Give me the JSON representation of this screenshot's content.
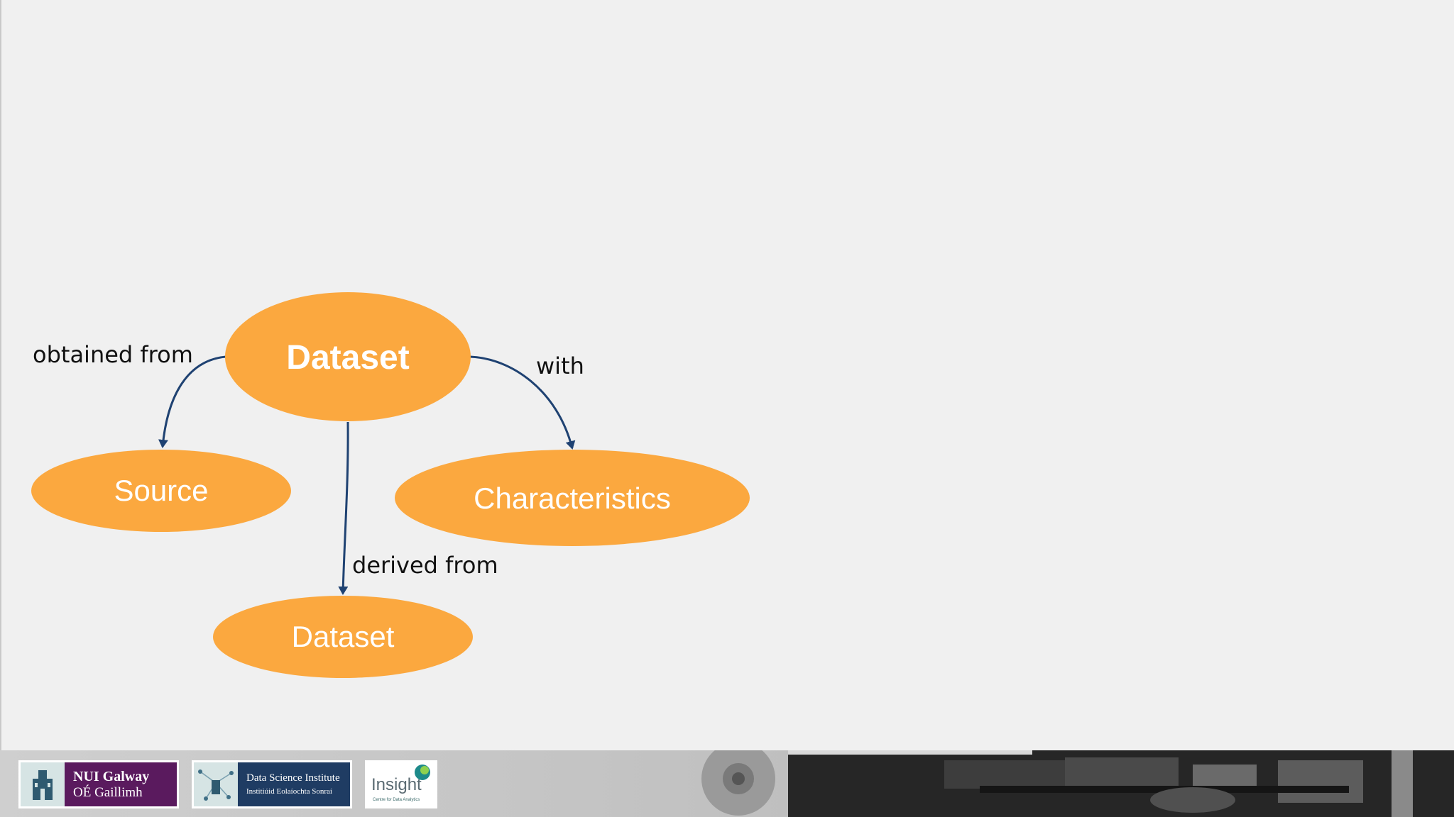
{
  "diagram": {
    "nodes": {
      "dataset_top": "Dataset",
      "source": "Source",
      "characteristics": "Characteristics",
      "dataset_bottom": "Dataset"
    },
    "edges": {
      "obtained_from": "obtained from",
      "with": "with",
      "derived_from": "derived from"
    },
    "colors": {
      "node_fill": "#FBA83F",
      "edge": "#1F4272",
      "node_text": "#FFFFFF"
    }
  },
  "footer": {
    "nui": {
      "line1": "NUI Galway",
      "line2": "OÉ Gaillimh"
    },
    "dsi": {
      "line1": "Data Science Institute",
      "line2": "Institiúid Eolaíochta Sonraí"
    },
    "insight": {
      "word": "Insight",
      "sub": "Centre for Data Analytics"
    }
  }
}
